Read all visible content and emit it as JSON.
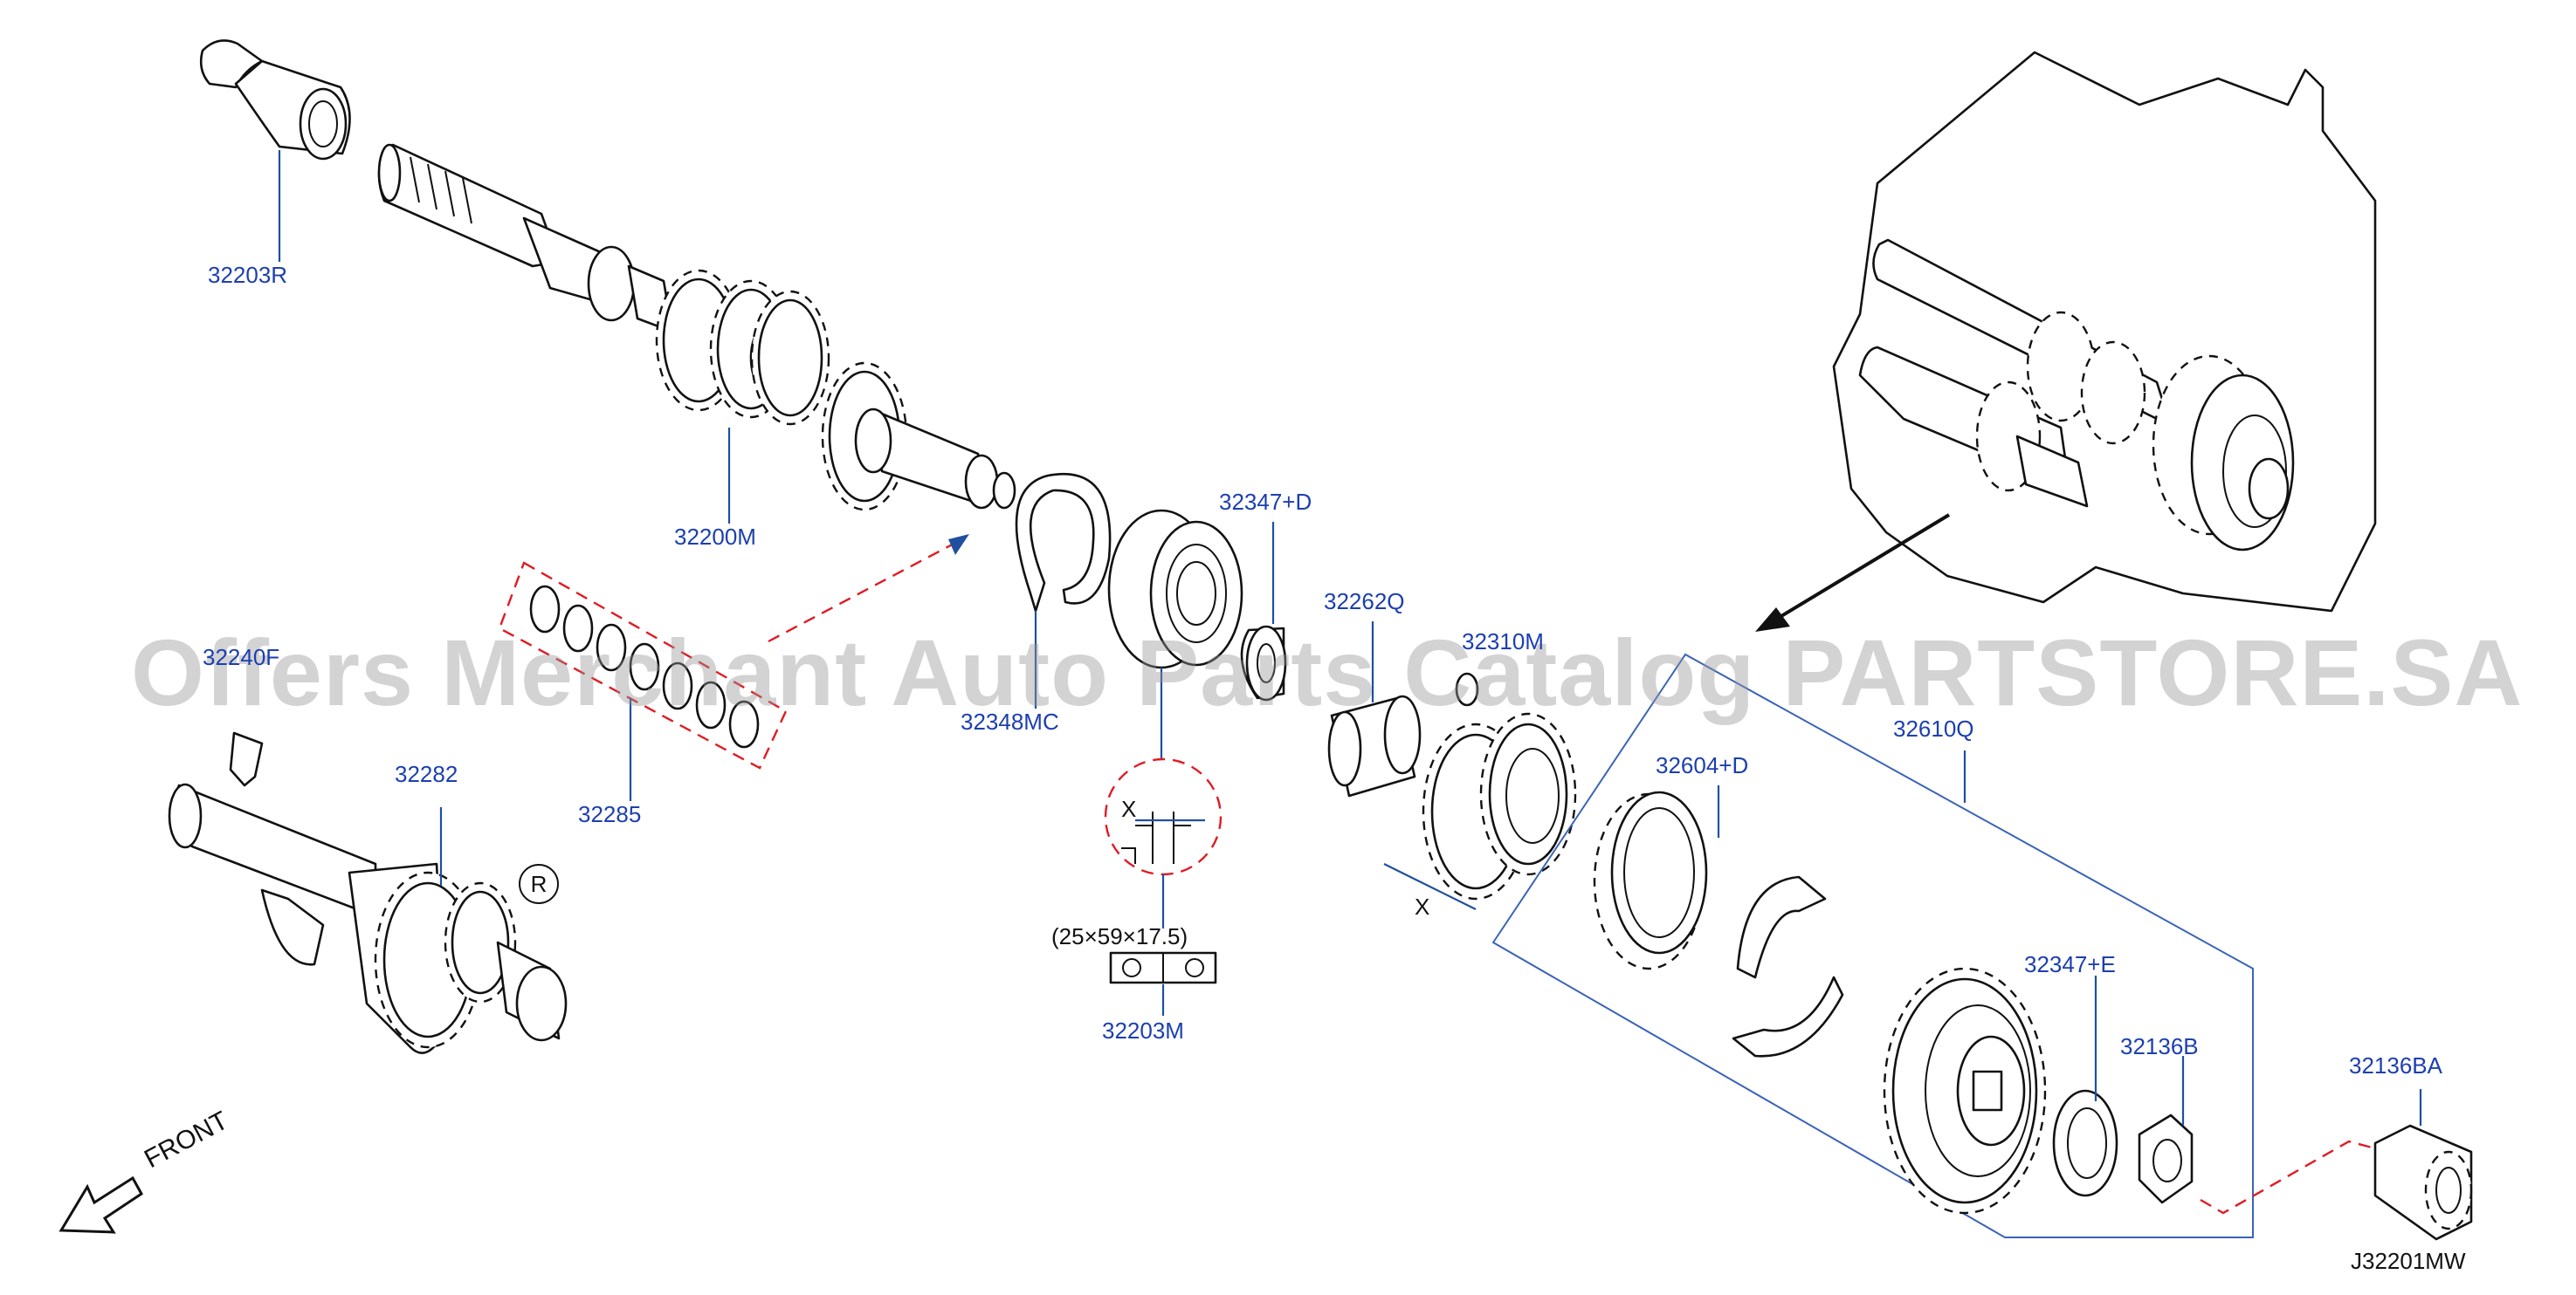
{
  "watermark": "Offers Merchant Auto Parts Catalog PARTSTORE.SA",
  "diagram_id": "J32201MW",
  "front_label": "FRONT",
  "r_mark": "R",
  "dimension_label": "(25×59×17.5)",
  "x_label": "X",
  "part_numbers": {
    "p32203R": "32203R",
    "p32200M": "32200M",
    "p32285": "32285",
    "p32282": "32282",
    "p32240F": "32240F",
    "p32348MC": "32348MC",
    "p32347D": "32347+D",
    "p32262Q": "32262Q",
    "p32310M": "32310M",
    "p32203M": "32203M",
    "p32604D": "32604+D",
    "p32610Q": "32610Q",
    "p32347E": "32347+E",
    "p32136B": "32136B",
    "p32136BA": "32136BA"
  },
  "colors": {
    "label_blue": "#1c3fb0",
    "leader_blue": "#1f4fa0",
    "guide_red": "#e01b24",
    "watermark_gray": "#969696"
  }
}
